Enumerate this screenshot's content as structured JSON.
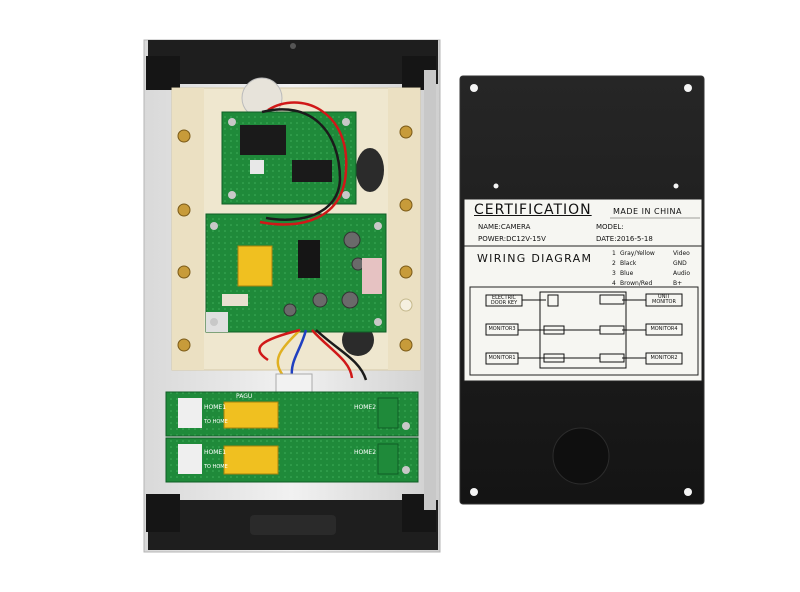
{
  "label": {
    "title": "CERTIFICATION",
    "made_in": "MADE IN CHINA",
    "name": "NAME:CAMERA",
    "model": "MODEL:",
    "power": "POWER:DC12V-15V",
    "date": "DATE:2016-5-18",
    "wiring_title": "WIRING  DIAGRAM",
    "wires": [
      {
        "num": "1",
        "color": "Gray/Yellow",
        "function": "Video"
      },
      {
        "num": "2",
        "color": "Black",
        "function": "GND"
      },
      {
        "num": "3",
        "color": "Blue",
        "function": "Audio"
      },
      {
        "num": "4",
        "color": "Brown/Red",
        "function": "B+"
      }
    ],
    "diagram": {
      "electric_door": "ELECTRIC DOOR KEY",
      "unit_monitor": "UNIT MONITOR",
      "monitor3": "MONITOR3",
      "monitor4": "MONITOR4",
      "monitor1": "MONITOR1",
      "monitor2": "MONITOR2"
    }
  },
  "board": {
    "relay_home1": "HOME1",
    "relay_home2": "HOME2",
    "relay_to_home": "TO HOME",
    "relay_brand": "PAGU"
  },
  "colors": {
    "panel_black": "#1c1c1c",
    "pcb_green": "#1f8a3a",
    "relay_yellow": "#f0c020",
    "wire_red": "#d01818",
    "label_white": "#f6f6f2"
  }
}
